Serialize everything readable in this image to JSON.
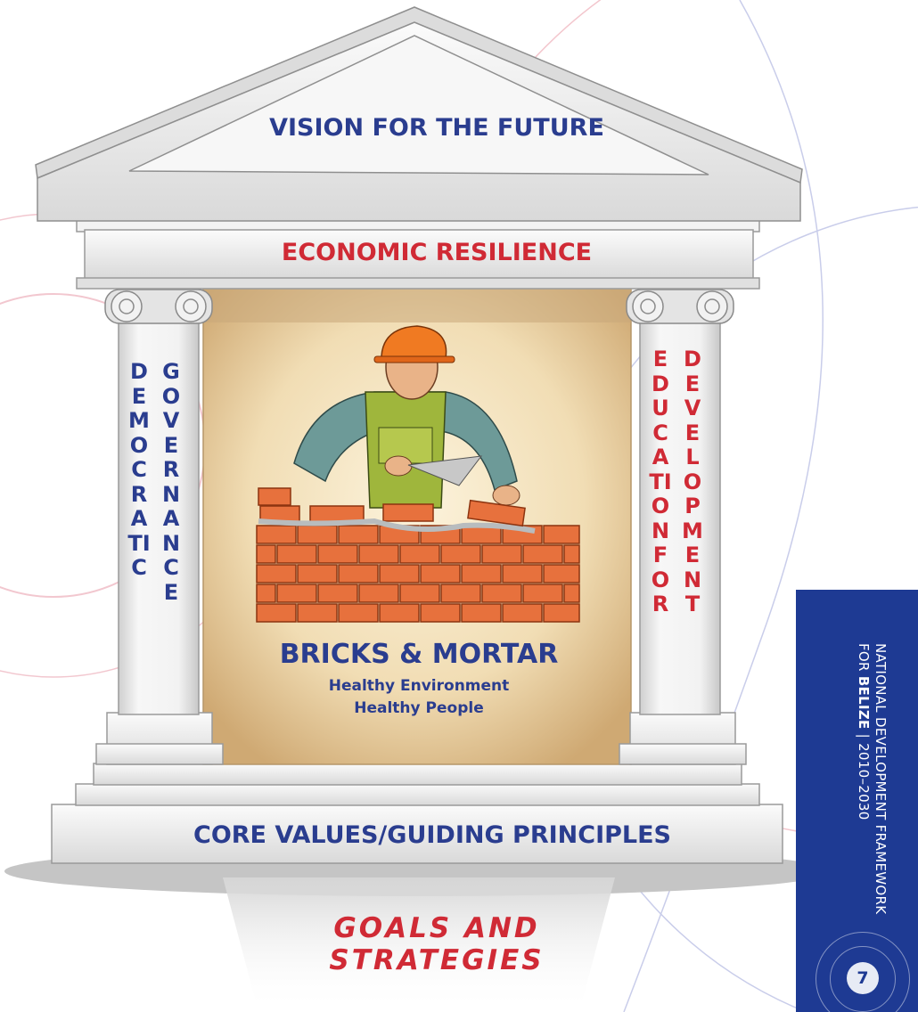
{
  "diagram": {
    "pediment": "VISION FOR THE FUTURE",
    "entablature": "ECONOMIC RESILIENCE",
    "left_pillar": {
      "word1": "DEMOCRATIC",
      "word2": "GOVERNANCE"
    },
    "right_pillar": {
      "word1": "EDUCATION FOR",
      "word2": "DEVELOPMENT"
    },
    "center": {
      "title": "BRICKS & MORTAR",
      "line1": "Healthy Environment",
      "line2": "Healthy People"
    },
    "base": "CORE VALUES/GUIDING PRINCIPLES",
    "foundation": {
      "line1": "GOALS AND",
      "line2": "STRATEGIES"
    }
  },
  "sidebar": {
    "line1": "NATIONAL DEVELOPMENT FRAMEWORK",
    "line2_prefix": "FOR ",
    "line2_bold": "BELIZE",
    "line2_suffix": " | 2010–2030",
    "page_number": "7"
  },
  "colors": {
    "navy": "#2a3d8f",
    "red": "#d02a35",
    "sidebar_blue": "#1e3a93",
    "stone": "#e6e6e6"
  },
  "icons": [
    "ionic-capital-icon",
    "bricklayer-illustration"
  ]
}
